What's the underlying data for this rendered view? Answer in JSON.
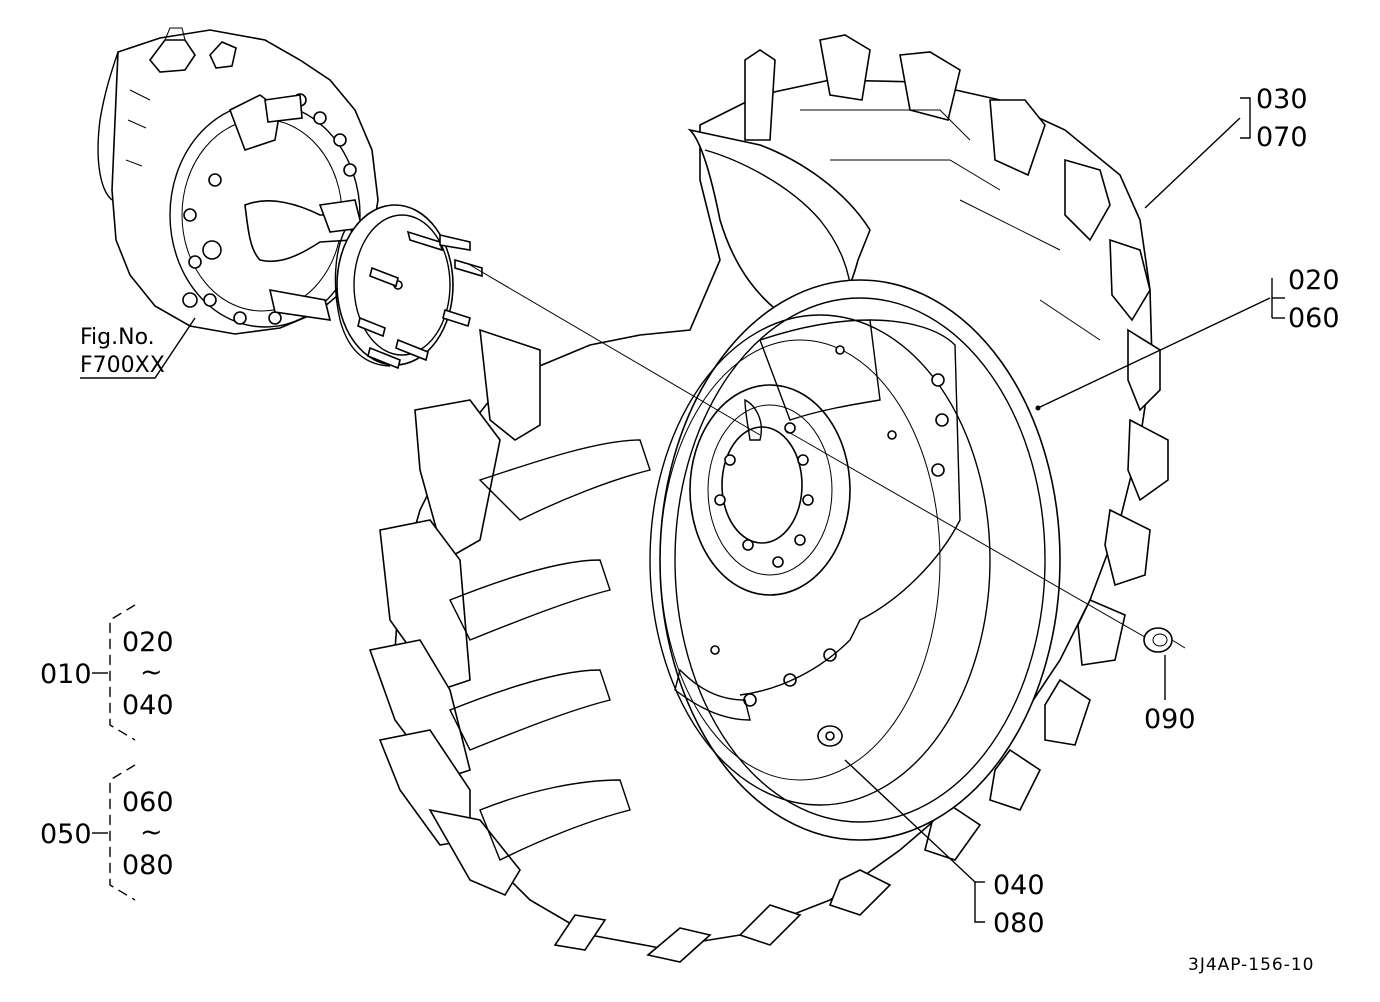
{
  "diagram": {
    "drawing_code": "3J4AP-156-10",
    "figure_ref": {
      "line1": "Fig.No.",
      "line2": "F700XX"
    },
    "callouts": {
      "c030": "030",
      "c070": "070",
      "c020": "020",
      "c060": "060",
      "c090": "090",
      "c040": "040",
      "c080": "080"
    },
    "groups": [
      {
        "id": "010",
        "from": "020",
        "tilde": "~",
        "to": "040"
      },
      {
        "id": "050",
        "from": "060",
        "tilde": "~",
        "to": "080"
      }
    ]
  }
}
